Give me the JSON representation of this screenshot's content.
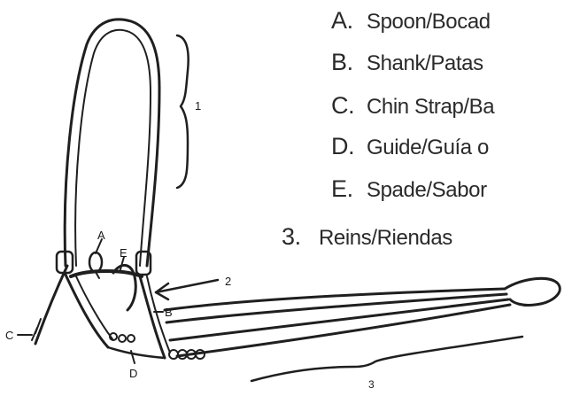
{
  "diagram": {
    "callouts": {
      "a": "A",
      "b": "B",
      "c": "C",
      "d": "D",
      "e": "E",
      "one": "1",
      "two": "2",
      "three": "3"
    },
    "legend": [
      {
        "key": "A.",
        "text": "Spoon/Bocad"
      },
      {
        "key": "B.",
        "text": "Shank/Patas"
      },
      {
        "key": "C.",
        "text": "Chin Strap/Ba"
      },
      {
        "key": "D.",
        "text": "Guide/Guía o"
      },
      {
        "key": "E.",
        "text": "Spade/Sabor"
      },
      {
        "key": "3.",
        "text": "Reins/Riendas"
      }
    ]
  }
}
